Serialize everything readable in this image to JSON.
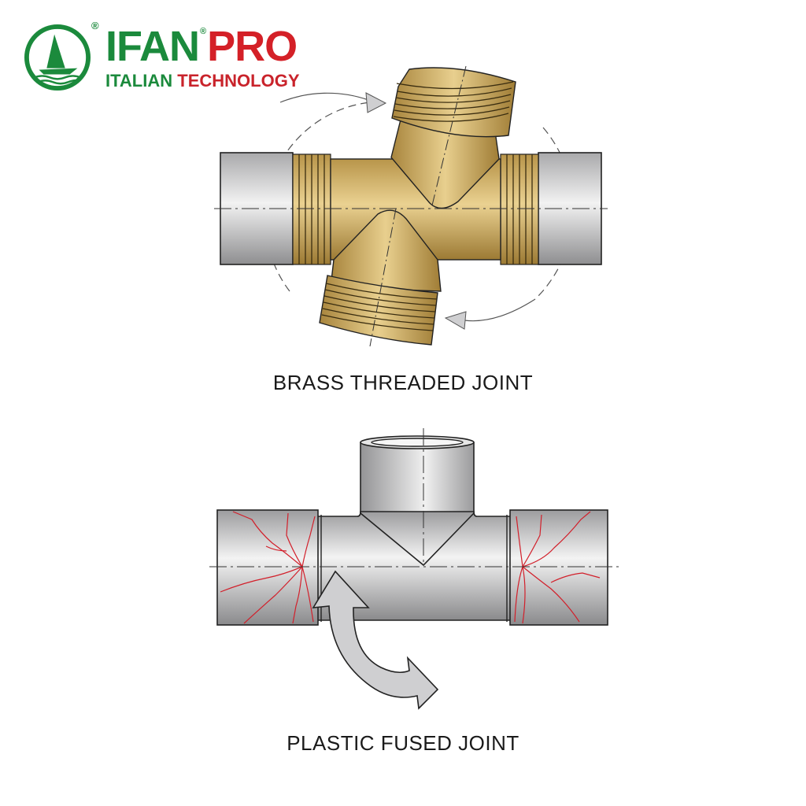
{
  "logo": {
    "brand_part1": "IFAN",
    "brand_part2": "PRO",
    "registered_mark": "®",
    "tagline_part1": "ITALIAN",
    "tagline_part2": "TECHNOLOGY",
    "emblem_icon": "sailboat-icon"
  },
  "figures": [
    {
      "caption": "BRASS THREADED JOINT",
      "material": "brass",
      "rotation_arrows_icon": "dashed-rotation-arrow-icon"
    },
    {
      "caption": "PLASTIC FUSED JOINT",
      "material": "plastic",
      "rotation_arrow_icon": "curved-bend-arrow-icon"
    }
  ],
  "colors": {
    "brand_green": "#1b8a3c",
    "brand_red": "#d42027",
    "brass": "#c9a85a",
    "pipe_gray": "#c8c8c8",
    "crack_red": "#d21f2a"
  }
}
